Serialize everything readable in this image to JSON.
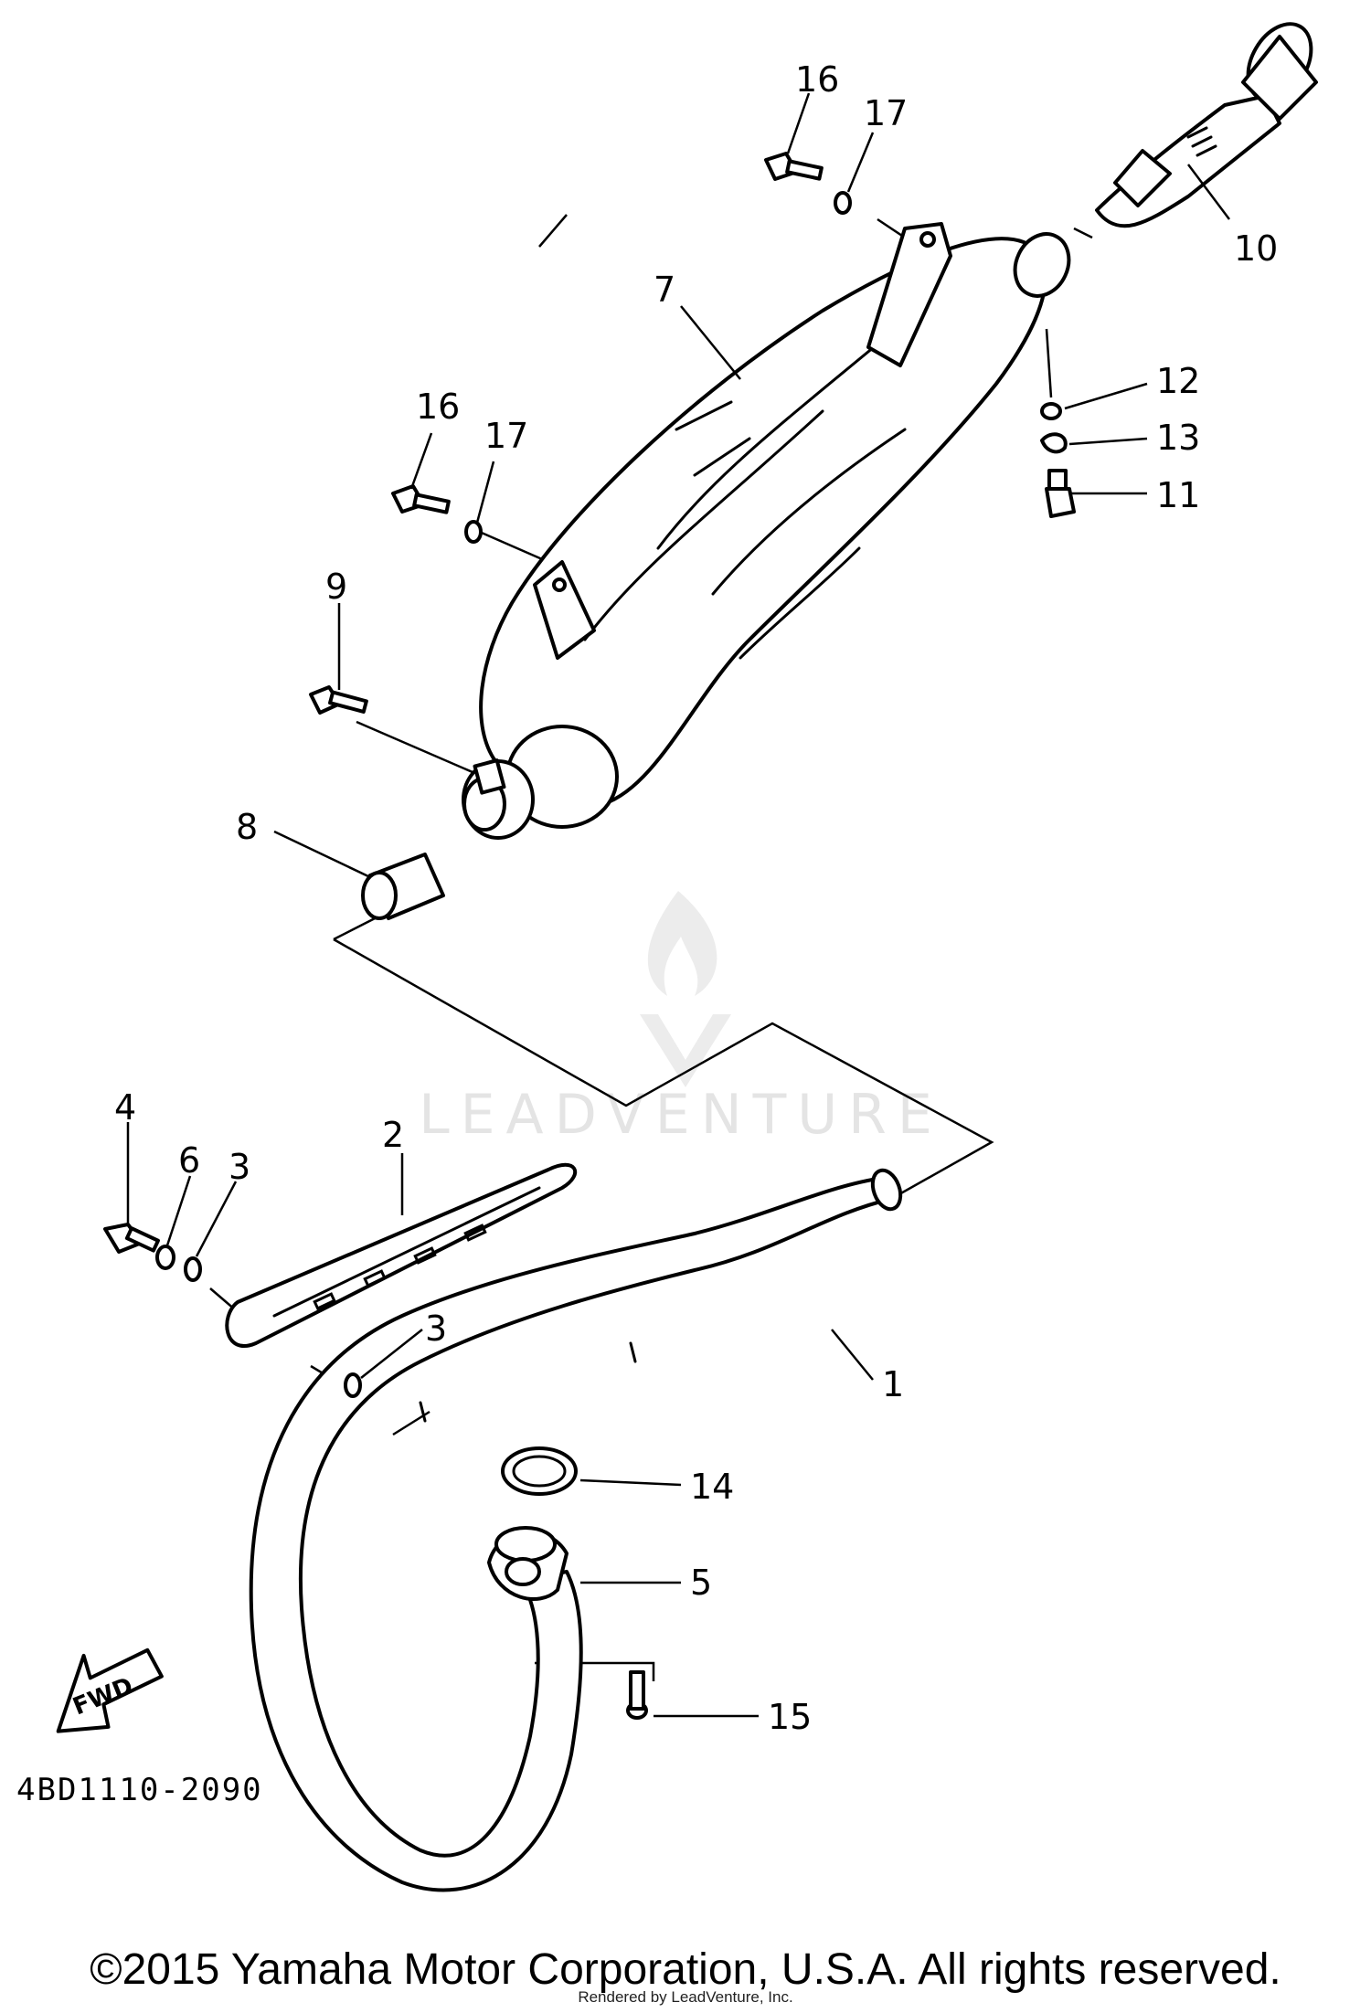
{
  "watermark": {
    "text": "LEADVENTURE"
  },
  "diagram_code": "4BD1110-2090",
  "fwd_label": "FWD",
  "callouts": [
    "1",
    "2",
    "3",
    "3",
    "4",
    "5",
    "6",
    "7",
    "8",
    "9",
    "10",
    "11",
    "12",
    "13",
    "14",
    "15",
    "16",
    "16",
    "17",
    "17"
  ],
  "footer": {
    "copyright": "©2015 Yamaha Motor Corporation, U.S.A. All rights reserved.",
    "rendered_by": "Rendered by LeadVenture, Inc."
  }
}
